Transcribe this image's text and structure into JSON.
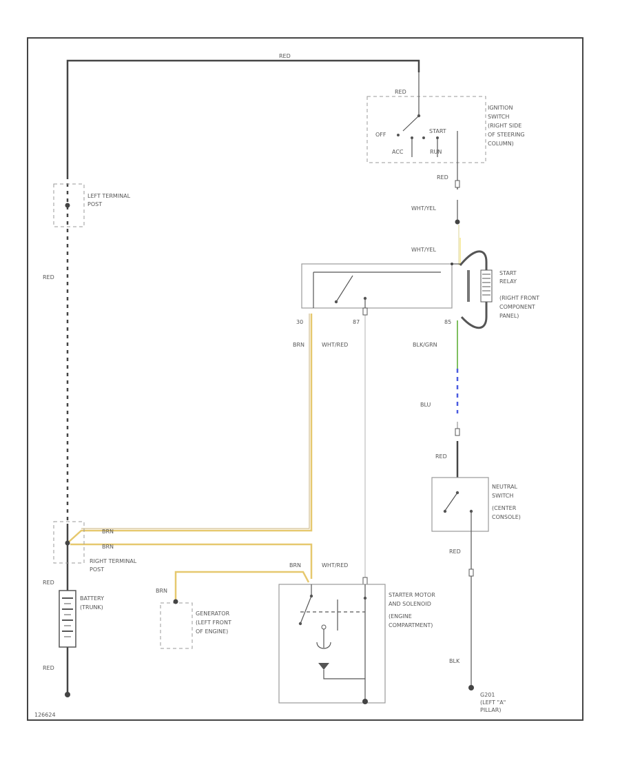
{
  "wires": {
    "top_red": "RED",
    "ign_red": "RED",
    "ign_out_red": "RED",
    "wht_yel_1": "WHT/YEL",
    "wht_yel_2": "WHT/YEL",
    "red_left": "RED",
    "brn_relay": "BRN",
    "wht_red_relay": "WHT/RED",
    "blk_grn": "BLK/GRN",
    "blu": "BLU",
    "red_neutral": "RED",
    "brn_1": "BRN",
    "brn_2": "BRN",
    "brn_3": "BRN",
    "wht_red_starter": "WHT/RED",
    "red_battery_top": "RED",
    "brn_gen": "BRN",
    "red_battery_bottom": "RED",
    "red_neutral_out": "RED",
    "blk_ground": "BLK"
  },
  "terminals": {
    "t30": "30",
    "t87": "87",
    "t85": "85"
  },
  "ignition": {
    "line1": "IGNITION",
    "line2": "SWITCH",
    "line3": "(RIGHT SIDE",
    "line4": "OF STEERING",
    "line5": "COLUMN)",
    "off": "OFF",
    "acc": "ACC",
    "run": "RUN",
    "start": "START"
  },
  "left_post": {
    "line1": "LEFT TERMINAL",
    "line2": "POST"
  },
  "right_post": {
    "line1": "RIGHT TERMINAL",
    "line2": "POST"
  },
  "relay": {
    "line1": "START",
    "line2": "RELAY",
    "line3": "(RIGHT FRONT",
    "line4": "COMPONENT",
    "line5": "PANEL)"
  },
  "neutral": {
    "line1": "NEUTRAL",
    "line2": "SWITCH",
    "line3": "(CENTER",
    "line4": "CONSOLE)"
  },
  "battery": {
    "line1": "BATTERY",
    "line2": "(TRUNK)"
  },
  "generator": {
    "line1": "GENERATOR",
    "line2": "(LEFT FRONT",
    "line3": "OF ENGINE)"
  },
  "starter": {
    "line1": "STARTER MOTOR",
    "line2": "AND SOLENOID",
    "line3": "(ENGINE",
    "line4": "COMPARTMENT)"
  },
  "ground": {
    "line1": "G201",
    "line2": "(LEFT \"A\"",
    "line3": "PILLAR)"
  },
  "footer": {
    "code": "126624"
  },
  "colors": {
    "brn": "#e6c86e",
    "grn": "#7fbf5f",
    "blu": "#4a5be0",
    "yel": "#f2e48a",
    "dark": "#444444"
  }
}
